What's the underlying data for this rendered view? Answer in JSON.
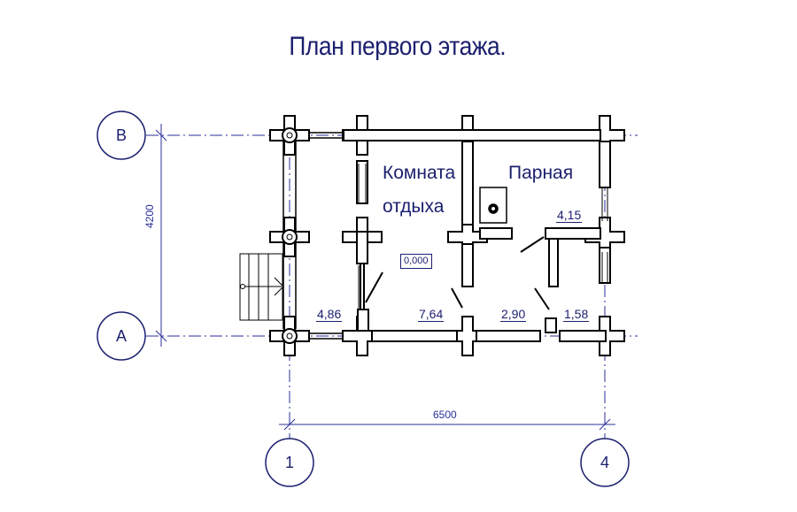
{
  "title": "План первого этажа.",
  "rooms": {
    "rest_line1": "Комната",
    "rest_line2": "отдыха",
    "steam": "Парная"
  },
  "areas": {
    "porch": "4,86",
    "rest": "7,64",
    "wash": "2,90",
    "toilet": "1,58",
    "steam": "4,15"
  },
  "level_mark": "0,000",
  "dimensions": {
    "height": "4200",
    "width": "6500"
  },
  "axes": {
    "row_b": "В",
    "row_a": "А",
    "col_1": "1",
    "col_4": "4"
  },
  "colors": {
    "ink": "#1b1f6e",
    "dimension": "#2a2f9a",
    "wall": "#000000"
  }
}
